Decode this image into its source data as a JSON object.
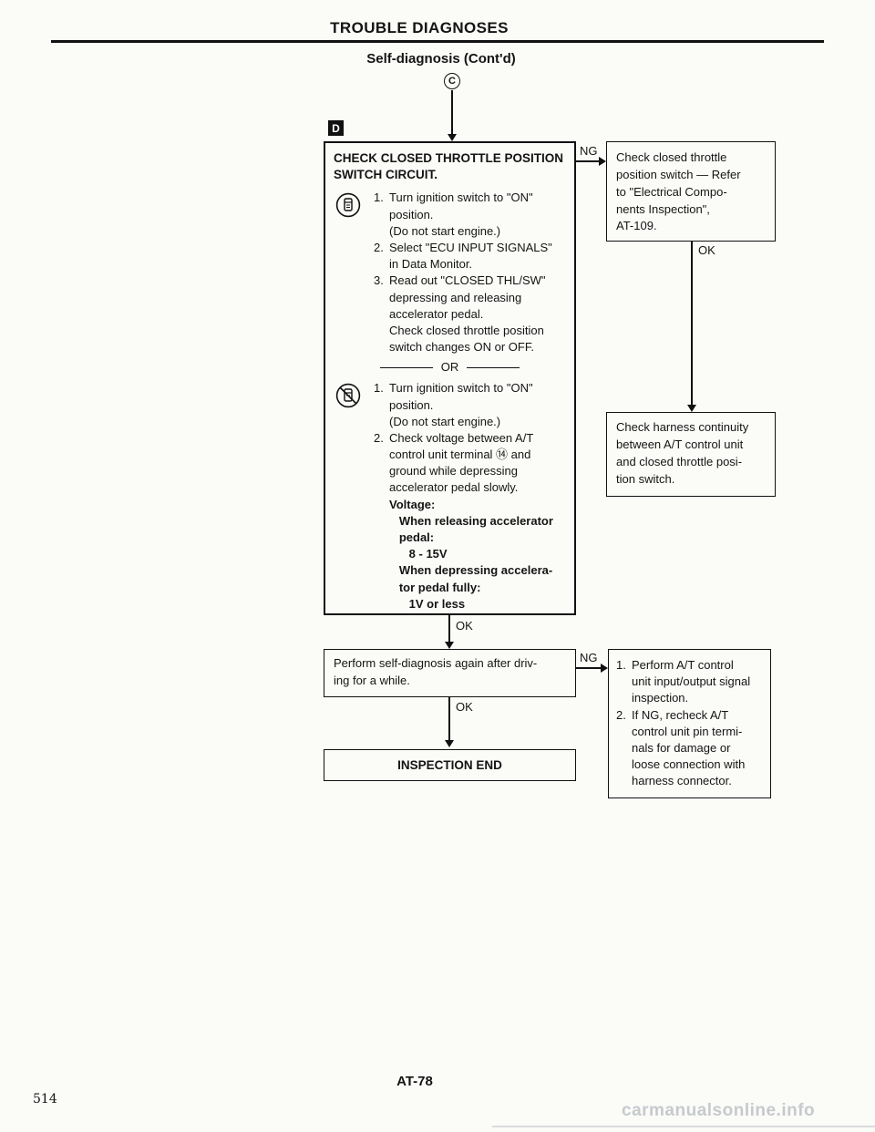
{
  "page": {
    "header": "TROUBLE DIAGNOSES",
    "subheader": "Self-diagnosis (Cont'd)",
    "connector_label": "C",
    "section_label": "D",
    "footer_code": "AT-78",
    "page_number": "514",
    "watermark": "carmanualsonline.info"
  },
  "labels": {
    "ng1": "NG",
    "ng2": "NG",
    "ok1": "OK",
    "ok2": "OK",
    "ok3": "OK",
    "or": "OR"
  },
  "flow": {
    "main": {
      "title": "CHECK CLOSED THROTTLE POSITION\nSWITCH CIRCUIT.",
      "consult_steps": [
        {
          "num": "1.",
          "text": "Turn ignition switch to \"ON\"\nposition.\n(Do not start engine.)"
        },
        {
          "num": "2.",
          "text": "Select \"ECU INPUT SIGNALS\"\nin Data Monitor."
        },
        {
          "num": "3.",
          "text": "Read out \"CLOSED THL/SW\"\ndepressing and releasing\naccelerator pedal.\nCheck closed throttle position\nswitch changes ON or OFF."
        }
      ],
      "manual_steps": [
        {
          "num": "1.",
          "text": "Turn ignition switch to \"ON\"\nposition.\n(Do not start engine.)"
        },
        {
          "num": "2.",
          "text": "Check voltage between A/T\ncontrol unit terminal ⑭ and\nground while depressing\naccelerator pedal slowly."
        }
      ],
      "voltage_block": "Voltage:\n   When releasing accelerator\n   pedal:\n      8 - 15V\n   When depressing accelera-\n   tor pedal fully:\n      1V or less"
    },
    "ng_box1": "Check closed throttle\nposition switch — Refer\nto \"Electrical Compo-\nnents Inspection\",\nAT-109.",
    "harness_box": "Check harness continuity\nbetween A/T control unit\nand closed throttle posi-\ntion switch.",
    "perform_box": "Perform self-diagnosis again after driv-\ning for a while.",
    "ng_box2_steps": [
      {
        "num": "1.",
        "text": "Perform A/T control\nunit input/output signal\ninspection."
      },
      {
        "num": "2.",
        "text": "If NG, recheck A/T\ncontrol unit pin termi-\nnals for damage or\nloose connection with\nharness connector."
      }
    ],
    "end_box": "INSPECTION END"
  }
}
